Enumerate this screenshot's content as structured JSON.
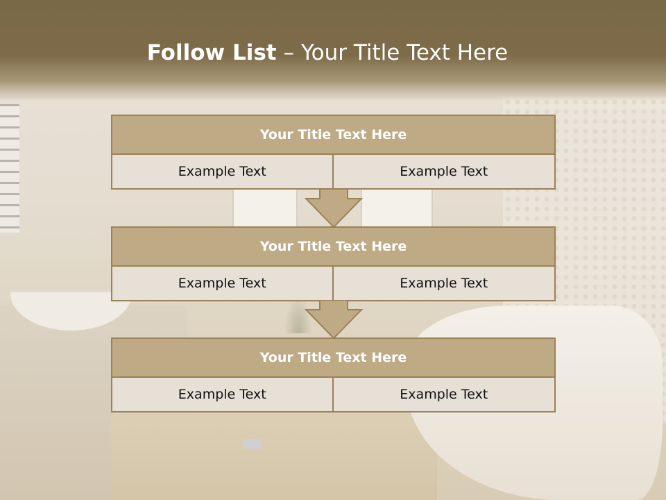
{
  "header": {
    "title_bold": "Follow List",
    "title_rest": " – Your Title Text Here"
  },
  "blocks": [
    {
      "title": "Your Title Text Here",
      "cells": [
        "Example Text",
        "Example Text"
      ]
    },
    {
      "title": "Your Title Text Here",
      "cells": [
        "Example Text",
        "Example Text"
      ]
    },
    {
      "title": "Your Title Text Here",
      "cells": [
        "Example Text",
        "Example Text"
      ]
    }
  ],
  "colors": {
    "header_brown": "#7a6947",
    "block_tan": "#bfaa86",
    "block_border": "#9b8258",
    "cell_bg": "#e6e0d7"
  }
}
